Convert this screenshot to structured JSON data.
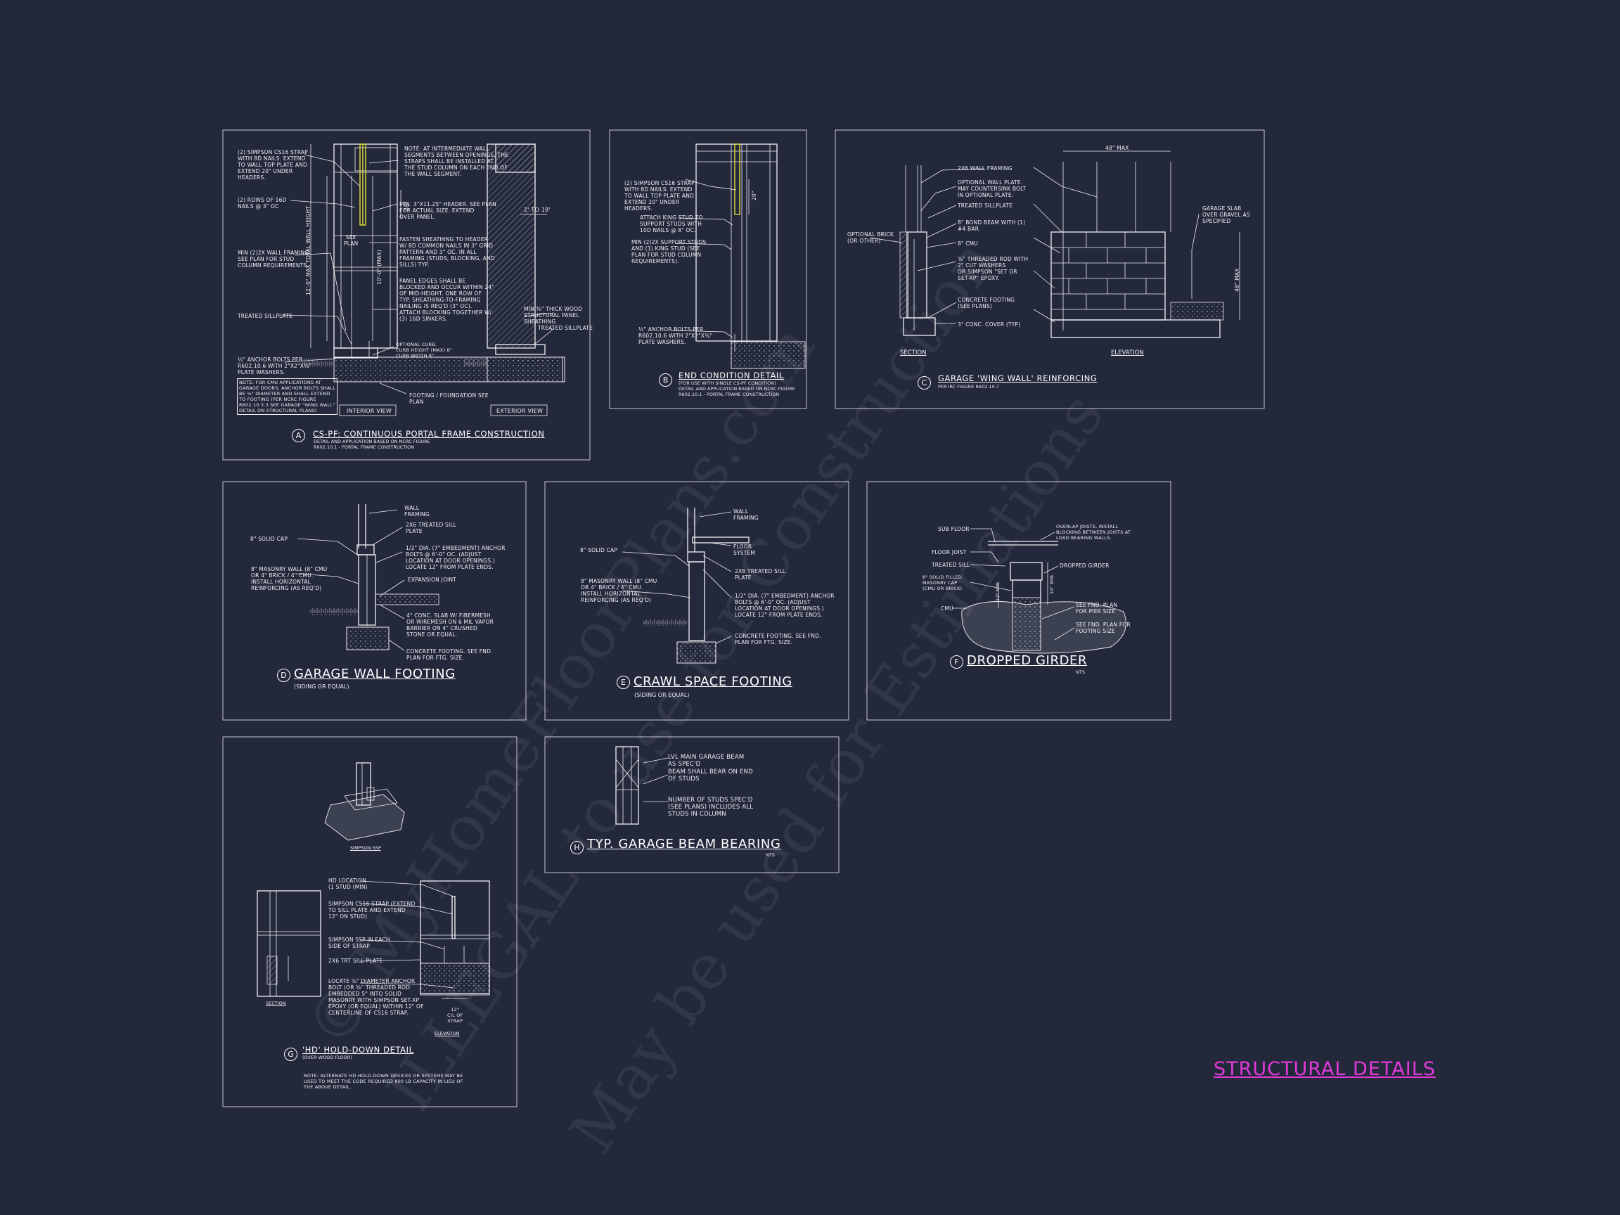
{
  "sheet_title": "STRUCTURAL DETAILS",
  "watermark": {
    "line1": "© MyHomeFloorPlans.com",
    "line2": "ILLEGAL to use for Construction",
    "line3": "May be used for Estimations"
  },
  "details": {
    "a": {
      "tag": "A",
      "title": "CS-PF: CONTINUOUS PORTAL FRAME CONSTRUCTION",
      "subtitle": "DETAIL AND APPLICATION BASED ON NCRC FIGURE\nR602.10.1 - PORTAL FRAME CONSTRUCTION",
      "interior_label": "INTERIOR VIEW",
      "exterior_label": "EXTERIOR VIEW",
      "notes": {
        "strap": "(2) SIMPSON CS16 STRAP\nWITH 8d NAILS. EXTEND\nTO WALL TOP PLATE AND\nEXTEND 20\" UNDER\nHEADERS.",
        "nails": "(2) ROWS OF 16d\nNAILS @ 3\" OC",
        "framing": "MIN (2)2X WALL FRAMING.\nSEE PLAN FOR STUD\nCOLUMN REQUIREMENTS.",
        "sillplate": "TREATED SILLPLATE",
        "anchor": "½\" ANCHOR BOLTS PER\nR602.10.6 WITH 2\"x2\"x⅜\"\nPLATE WASHERS.",
        "cmu": "NOTE: FOR CMU APPLICATIONS AT\nGARAGE DOORS, ANCHOR BOLTS SHALL\nBE ⅝\" DIAMETER AND SHALL EXTEND\nTO FOOTING (PER NCRC FIGURE\nR602.10.3.3 SEE GARAGE \"WING WALL\"\nDETAIL ON STRUCTURAL PLANS)",
        "intermediate": "NOTE: AT INTERMEDIATE WALL\nSEGMENTS BETWEEN OPENINGS, THE\nSTRAPS SHALL BE INSTALLED AT\nTHE STUD COLUMN ON EACH END OF\nTHE WALL SEGMENT.",
        "header": "MIN. 3\"x11.25\" HEADER. SEE PLAN\nFOR ACTUAL SIZE. EXTEND\nOVER PANEL.",
        "fasten": "FASTEN SHEATHING TO HEADER\nW/ 8d COMMON NAILS IN 3\" GRID\nPATTERN AND 3\" OC. IN ALL\nFRAMING (STUDS, BLOCKING, AND\nSILLS) TYP.",
        "panel": "PANEL EDGES SHALL BE\nBLOCKED AND OCCUR WITHIN 24\"\nOF MID-HEIGHT. ONE ROW OF\nTYP. SHEATHING-TO-FRAMING\nNAILING IS REQ'D (3\" OC).\nATTACH BLOCKING TOGETHER W/\n(3) 16d SINKERS.",
        "osb": "MIN ⅜\" THICK WOOD\nSTRUCTURAL PANEL\nSHEATHING",
        "treated2": "TREATED SILLPLATE",
        "curb": "OPTIONAL CURB.\nCURB HEIGHT (MAX) 8\"\nCURB WIDTH 8\"",
        "footing": "FOOTING / FOUNDATION SEE\nPLAN",
        "dim_height": "12'-0\" MAX TOTAL WALL HEIGHT",
        "dim_max": "10'-0\" (MAX)",
        "dim_20": "20\"",
        "dim_2to18": "2' TO 18'",
        "see_plan": "SEE\nPLAN"
      }
    },
    "b": {
      "tag": "B",
      "title": "END CONDITION DETAIL",
      "subtitle": "(FOR USE WITH SINGLE CS-PF CONDITION)\nDETAIL AND APPLICATION BASED ON NCRC FIGURE\nR602.10.1 - PORTAL FRAME CONSTRUCTION",
      "notes": {
        "strap": "(2) SIMPSON CS16 STRAP\nWITH 8d NAILS. EXTEND\nTO WALL TOP PLATE AND\nEXTEND 20\" UNDER\nHEADERS.",
        "king": "ATTACH KING STUD TO\nSUPPORT STUDS WITH\n10d NAILS @ 8\" OC.",
        "support": "MIN (2)2X SUPPORT STUDS\nAND (1) KING STUD (SEE\nPLAN FOR STUD COLUMN\nREQUIREMENTS).",
        "anchor": "½\" ANCHOR BOLTS PER\nR602.10.6 WITH 2\"x2\"x⅜\"\nPLATE WASHERS.",
        "dim_20": "20\""
      }
    },
    "c": {
      "tag": "C",
      "title": "GARAGE 'WING WALL' REINFORCING",
      "subtitle": "PER IRC FIGURE R602.10.7",
      "section": "SECTION",
      "elevation": "ELEVATION",
      "notes": {
        "framing": "2x6 WALL FRAMING",
        "plate": "OPTIONAL WALL PLATE.\nMAY COUNTERSINK BOLT\nIN OPTIONAL PLATE.",
        "sill": "TREATED SILLPLATE",
        "bond": "8\" BOND BEAM WITH (1)\n#4 BAR.",
        "cmu": "8\" CMU",
        "rod": "⅝\" THREADED ROD WITH\n2\" CUT WASHERS\nOR SIMPSON \"SET OR\nSET-XP\" EPOXY.",
        "footing": "CONCRETE FOOTING\n(SEE PLANS)",
        "cover": "3\" CONC. COVER (TYP)",
        "brick": "OPTIONAL BRICK\n(OR OTHER)",
        "slab": "GARAGE SLAB\nOVER GRAVEL AS\nSPECIFIED",
        "dim_48": "48\" MAX",
        "dim_48v": "48\" MAX"
      }
    },
    "d": {
      "tag": "D",
      "title": "GARAGE WALL FOOTING",
      "subtitle": "(SIDING OR EQUAL)",
      "notes": {
        "framing": "WALL\nFRAMING",
        "sill": "2x6 TREATED SILL\nPLATE",
        "cap": "8\" SOLID CAP",
        "anchor": "1/2\" DIA. (7\" EMBEDMENT) ANCHOR\nBOLTS @ 6'-0\" OC. (ADJUST\nLOCATION AT DOOR OPENINGS.)\nLOCATE 12\" FROM PLATE ENDS.",
        "masonry": "8\" MASONRY WALL (8\" CMU\nOR 4\" BRICK / 4\" CMU.\nINSTALL HORIZONTAL\nREINFORCING (AS REQ'D)",
        "joint": "EXPANSION JOINT",
        "slab": "4\" CONC. SLAB w/ FIBERMESH\nOR WIREMESH ON 6 MIL VAPOR\nBARRIER ON 4\" CRUSHED\nSTONE OR EQUAL.",
        "footing": "CONCRETE FOOTING. SEE FND.\nPLAN FOR FTG. SIZE."
      }
    },
    "e": {
      "tag": "E",
      "title": "CRAWL SPACE FOOTING",
      "subtitle": "(SIDING OR EQUAL)",
      "notes": {
        "framing": "WALL\nFRAMING",
        "floor": "FLOOR\nSYSTEM",
        "cap": "8\" SOLID CAP",
        "sill": "2x6 TREATED SILL\nPLATE",
        "masonry": "8\" MASONRY WALL (8\" CMU\nOR 4\" BRICK / 4\" CMU.\nINSTALL HORIZONTAL\nREINFORCING (AS REQ'D)",
        "anchor": "1/2\" DIA. (7\" EMBEDMENT) ANCHOR\nBOLTS @ 6'-0\" OC. (ADJUST\nLOCATION AT DOOR OPENINGS.)\nLOCATE 12\" FROM PLATE ENDS.",
        "footing": "CONCRETE FOOTING. SEE FND.\nPLAN FOR FTG. SIZE."
      }
    },
    "f": {
      "tag": "F",
      "title": "DROPPED GIRDER",
      "subtitle": "NTS",
      "notes": {
        "subfloor": "SUB FLOOR",
        "joist": "FLOOR JOIST",
        "sill": "TREATED SILL",
        "cap": "8\" SOLID FILLED\nMASONRY CAP\n(CMU OR BRICK)",
        "cmu": "CMU",
        "overlap": "OVERLAP JOISTS. INSTALL\nBLOCKING BETWEEN JOISTS AT\nLOAD BEARING WALLS.",
        "girder": "DROPPED GIRDER",
        "pier": "SEE FND. PLAN\nFOR PIER SIZE",
        "footing": "SEE FND. PLAN FOR\nFOOTING SIZE",
        "dim_12": "12\" MIN.",
        "dim_24": "24\" MIN."
      }
    },
    "g": {
      "tag": "G",
      "title": "'HD' HOLD-DOWN DETAIL",
      "subtitle": "(OVER WOOD FLOOR)",
      "ssp": "SIMPSON SSP",
      "section": "SECTION",
      "elevation": "ELEVATION",
      "note": "NOTE: ALTERNATE HD HOLD-DOWN DEVICES OR SYSTEMS MAY BE\nUSED TO MEET THE CODE REQUIRED 800 LB CAPACITY IN LIEU OF\nTHE ABOVE DETAIL.",
      "notes": {
        "hd": "HD LOCATION\n(1 STUD (MIN)",
        "strap": "SIMPSON CS16 STRAP (EXTEND\nTO SILL PLATE AND EXTEND\n12\" ON STUD)",
        "ssp": "SIMPSON SSP IN EACH\nSIDE OF STRAP",
        "sill": "2x6 TRT SILL PLATE",
        "anchor": "LOCATE ⅝\" DIAMETER ANCHOR\nBOLT (OR ⅝\" THREADED ROD\nEMBEDDED 5\" INTO SOLID\nMASONRY WITH SIMPSON SET-XP\nEPOXY (OR EQUAL) WITHIN 12\" OF\nCENTERLINE OF CS16 STRAP.",
        "dim": "12\"\nC/L OF\nSTRAP"
      }
    },
    "h": {
      "tag": "H",
      "title": "TYP. GARAGE BEAM BEARING",
      "subtitle": "NTS",
      "notes": {
        "lvl": "LVL MAIN GARAGE BEAM\nAS SPEC'D",
        "bear": "BEAM SHALL BEAR ON END\nOF STUDS",
        "studs": "NUMBER OF STUDS SPEC'D\n(SEE PLANS) INCLUDES ALL\nSTUDS IN COLUMN"
      }
    }
  }
}
